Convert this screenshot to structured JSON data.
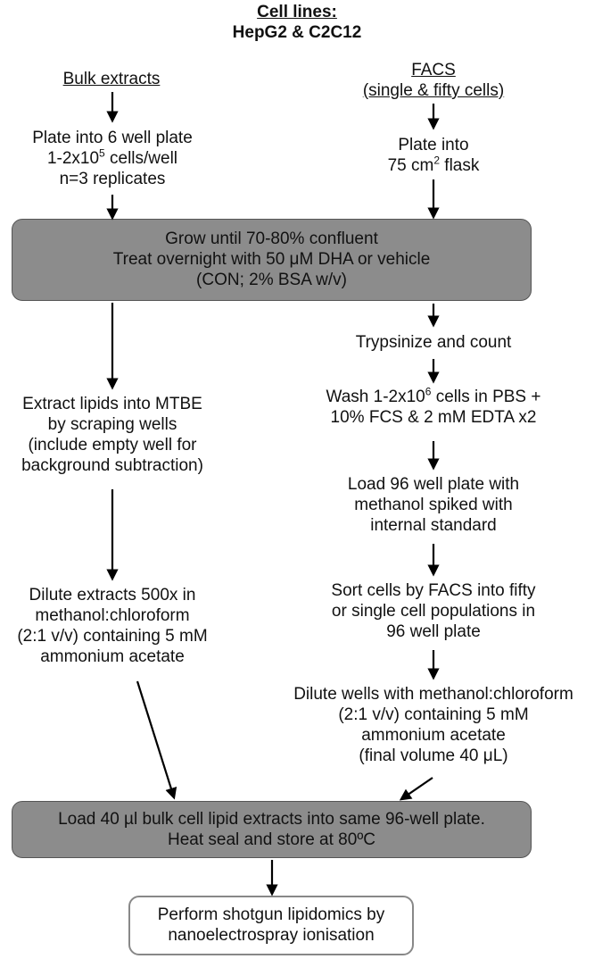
{
  "title": {
    "line1": "Cell lines:",
    "line2": "HepG2 & C2C12"
  },
  "left_header": "Bulk extracts",
  "right_header": {
    "line1": "FACS",
    "line2": "(single & fifty cells)"
  },
  "left_plate": {
    "line1": "Plate into 6 well plate",
    "line2_pre": "1-2x10",
    "line2_sup": "5",
    "line2_post": " cells/well",
    "line3": "n=3 replicates"
  },
  "right_plate": {
    "line1": "Plate into",
    "line2_pre": "75 cm",
    "line2_sup": "2",
    "line2_post": " flask"
  },
  "grow_box": {
    "line1": "Grow until 70-80% confluent",
    "line2": "Treat overnight with 50 μM DHA or vehicle",
    "line3": "(CON; 2% BSA w/v)"
  },
  "right_steps": {
    "trypsinize": "Trypsinize and count",
    "wash_line1_pre": "Wash 1-2x10",
    "wash_line1_sup": "6",
    "wash_line1_post": " cells in PBS +",
    "wash_line2": "10% FCS & 2 mM EDTA x2",
    "load_line1": "Load 96 well plate with",
    "load_line2": "methanol spiked with",
    "load_line3": "internal standard",
    "sort_line1": "Sort cells by FACS into fifty",
    "sort_line2": "or single cell populations in",
    "sort_line3": "96 well plate",
    "dilute_line1": "Dilute wells with methanol:chloroform",
    "dilute_line2": "(2:1 v/v) containing 5 mM",
    "dilute_line3": "ammonium acetate",
    "dilute_line4": "(final volume 40 μL)"
  },
  "left_steps": {
    "extract_line1": "Extract lipids into MTBE",
    "extract_line2": "by scraping wells",
    "extract_line3": "(include empty well for",
    "extract_line4": "background subtraction)",
    "dilute_line1": "Dilute extracts 500x in",
    "dilute_line2": "methanol:chloroform",
    "dilute_line3": "(2:1 v/v) containing 5 mM",
    "dilute_line4": "ammonium acetate"
  },
  "load_box": {
    "line1": "Load 40 µl bulk cell lipid extracts into same 96-well plate.",
    "line2": "Heat seal and store at 80ºC"
  },
  "final_box": {
    "line1": "Perform shotgun lipidomics by",
    "line2": "nanoelectrospray ionisation"
  },
  "colors": {
    "box_fill": "#8c8c8c",
    "box_border": "#555555",
    "final_border": "#888888",
    "arrow": "#000000"
  }
}
